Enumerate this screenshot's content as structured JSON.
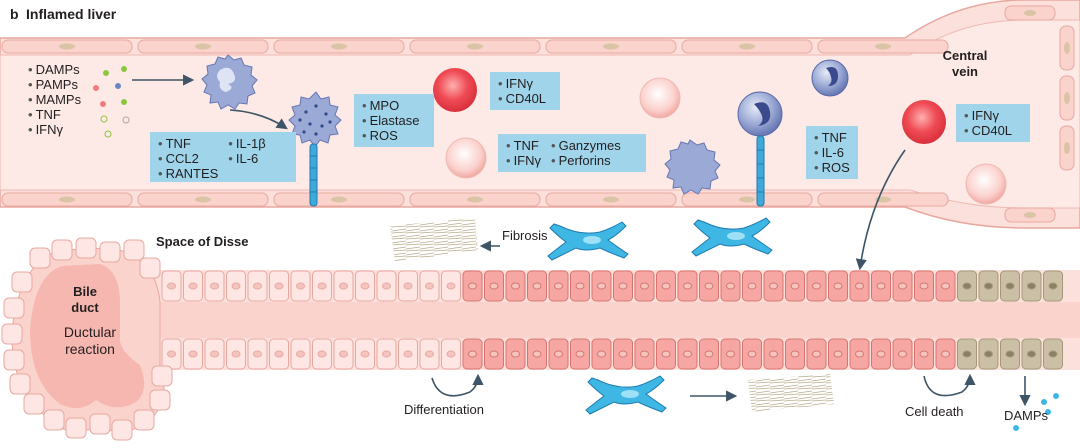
{
  "panel_letter": "b",
  "title": "Inflamed liver",
  "trigger_list": [
    "DAMPs",
    "PAMPs",
    "MAMPs",
    "TNF",
    "IFNγ"
  ],
  "box_kupffer_col1": [
    "TNF",
    "CCL2",
    "RANTES"
  ],
  "box_kupffer_col2": [
    "IL-1β",
    "IL-6"
  ],
  "box_neutrophil": [
    "MPO",
    "Elastase",
    "ROS"
  ],
  "box_red_cell_top": [
    "IFNγ",
    "CD40L"
  ],
  "box_nk_col1": [
    "TNF",
    "IFNγ"
  ],
  "box_nk_col2": [
    "Ganzymes",
    "Perforins"
  ],
  "box_monocyte": [
    "TNF",
    "IL-6",
    "ROS"
  ],
  "box_red_cell_vein": [
    "IFNγ",
    "CD40L"
  ],
  "central_vein": "Central vein",
  "space_of_disse": "Space of Disse",
  "fibrosis": "Fibrosis",
  "bile_duct": "Bile duct",
  "ductular_reaction": "Ductular reaction",
  "differentiation": "Differentiation",
  "cell_death": "Cell death",
  "damps": "DAMPs",
  "colors": {
    "vessel_fill": "#fbe0dc",
    "vessel_edge": "#e8a8a0",
    "endothelial_nucleus": "#d9c5a5",
    "hepatocyte_normal": "#fde6e3",
    "hepatocyte_inflamed": "#f7a7a3",
    "hepatocyte_dead": "#cbbfa5",
    "stellate": "#3fb7e5",
    "label_box": "#9fd4ea",
    "immune_blue": "#8d9ed0",
    "red_cell": "#ef4b55",
    "arrow": "#3d5566"
  }
}
